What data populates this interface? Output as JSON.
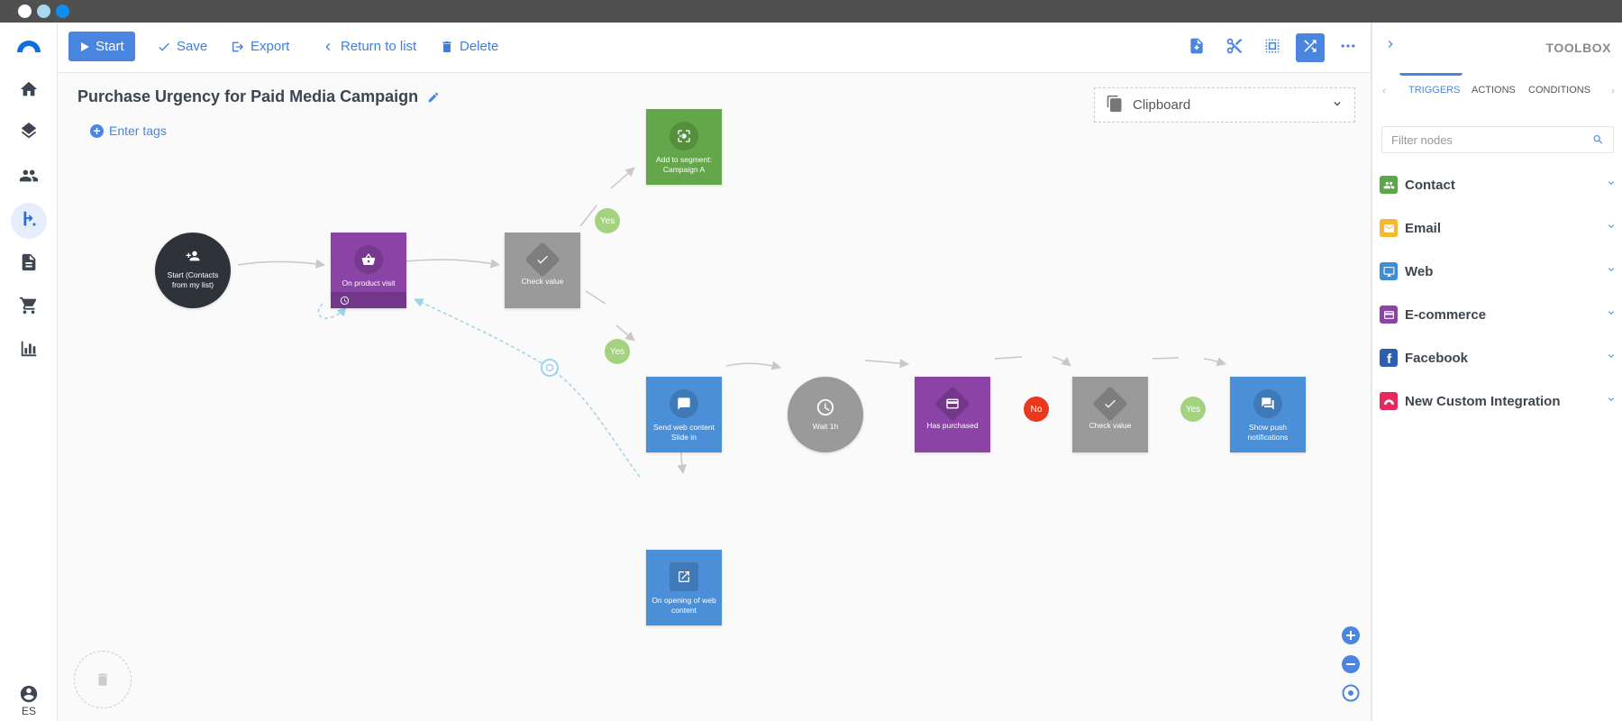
{
  "chrome": {
    "dots": [
      {
        "name": "window-close-dot",
        "color": "#ffffff"
      },
      {
        "name": "window-minimize-dot",
        "color": "#a8d8ee"
      },
      {
        "name": "window-maximize-dot",
        "color": "#0f8ef0"
      }
    ]
  },
  "colors": {
    "accent": "#4a86e0",
    "node_green": "#63a74a",
    "node_purple": "#8b44a6",
    "node_grey": "#9a9a9a",
    "node_blue": "#4a8fd8",
    "yes_badge": "#a3d37e",
    "no_badge": "#e8381d"
  },
  "sidebar": {
    "items": [
      {
        "name": "home-icon"
      },
      {
        "name": "layers-icon"
      },
      {
        "name": "contacts-icon"
      },
      {
        "name": "flows-icon",
        "active": true
      },
      {
        "name": "document-icon"
      },
      {
        "name": "cart-icon"
      },
      {
        "name": "chart-icon"
      }
    ],
    "language": "ES"
  },
  "toolbar": {
    "start_label": "Start",
    "save_label": "Save",
    "export_label": "Export",
    "return_label": "Return to list",
    "delete_label": "Delete",
    "right_icons": [
      "add-node-icon",
      "scissors-icon",
      "select-area-icon",
      "shuffle-icon",
      "more-icon"
    ]
  },
  "canvas": {
    "title": "Purchase Urgency for Paid Media Campaign",
    "tags_label": "Enter tags",
    "clipboard_label": "Clipboard",
    "nodes": {
      "start": {
        "label": "Start (Contacts from my list)",
        "icon": "add-contacts-icon"
      },
      "product_visit": {
        "label": "On product visit",
        "icon": "basket-icon"
      },
      "check_value_1": {
        "label": "Check value",
        "icon": "check-icon"
      },
      "add_segment": {
        "label": "Add to segment: Campaign A",
        "icon": "segment-icon"
      },
      "send_web_content": {
        "label": "Send web content Slide in",
        "icon": "message-icon"
      },
      "wait": {
        "label": "Wait 1h",
        "icon": "clock-icon"
      },
      "has_purchased": {
        "label": "Has purchased",
        "icon": "card-icon"
      },
      "check_value_2": {
        "label": "Check value",
        "icon": "check-icon"
      },
      "push": {
        "label": "Show push notifications",
        "icon": "chat-icon"
      },
      "open_web_content": {
        "label": "On opening of web content",
        "icon": "external-icon"
      }
    },
    "badges": {
      "yes": "Yes",
      "no": "No"
    }
  },
  "toolbox": {
    "title": "TOOLBOX",
    "tabs": [
      "TRIGGERS",
      "ACTIONS",
      "CONDITIONS"
    ],
    "active_tab": "TRIGGERS",
    "filter_placeholder": "Filter nodes",
    "categories": [
      {
        "label": "Contact",
        "color": "#5aa84a",
        "icon": "contact-icon"
      },
      {
        "label": "Email",
        "color": "#f5b82e",
        "icon": "email-icon"
      },
      {
        "label": "Web",
        "color": "#3d8ed6",
        "icon": "monitor-icon"
      },
      {
        "label": "E-commerce",
        "color": "#8b44a6",
        "icon": "card-icon"
      },
      {
        "label": "Facebook",
        "color": "#2d5fb0",
        "icon": "facebook-icon"
      },
      {
        "label": "New Custom Integration",
        "color": "#e8285e",
        "icon": "integration-icon"
      }
    ]
  }
}
